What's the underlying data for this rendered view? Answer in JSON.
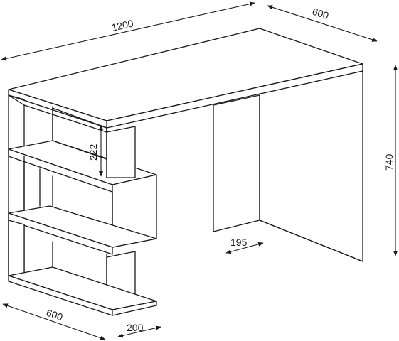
{
  "diagram": {
    "dimensions": {
      "width": "1200",
      "depth": "600",
      "height": "740",
      "shelf_spacing": "222",
      "panel_width": "195",
      "shelf_depth": "600",
      "shelf_width": "200"
    }
  }
}
